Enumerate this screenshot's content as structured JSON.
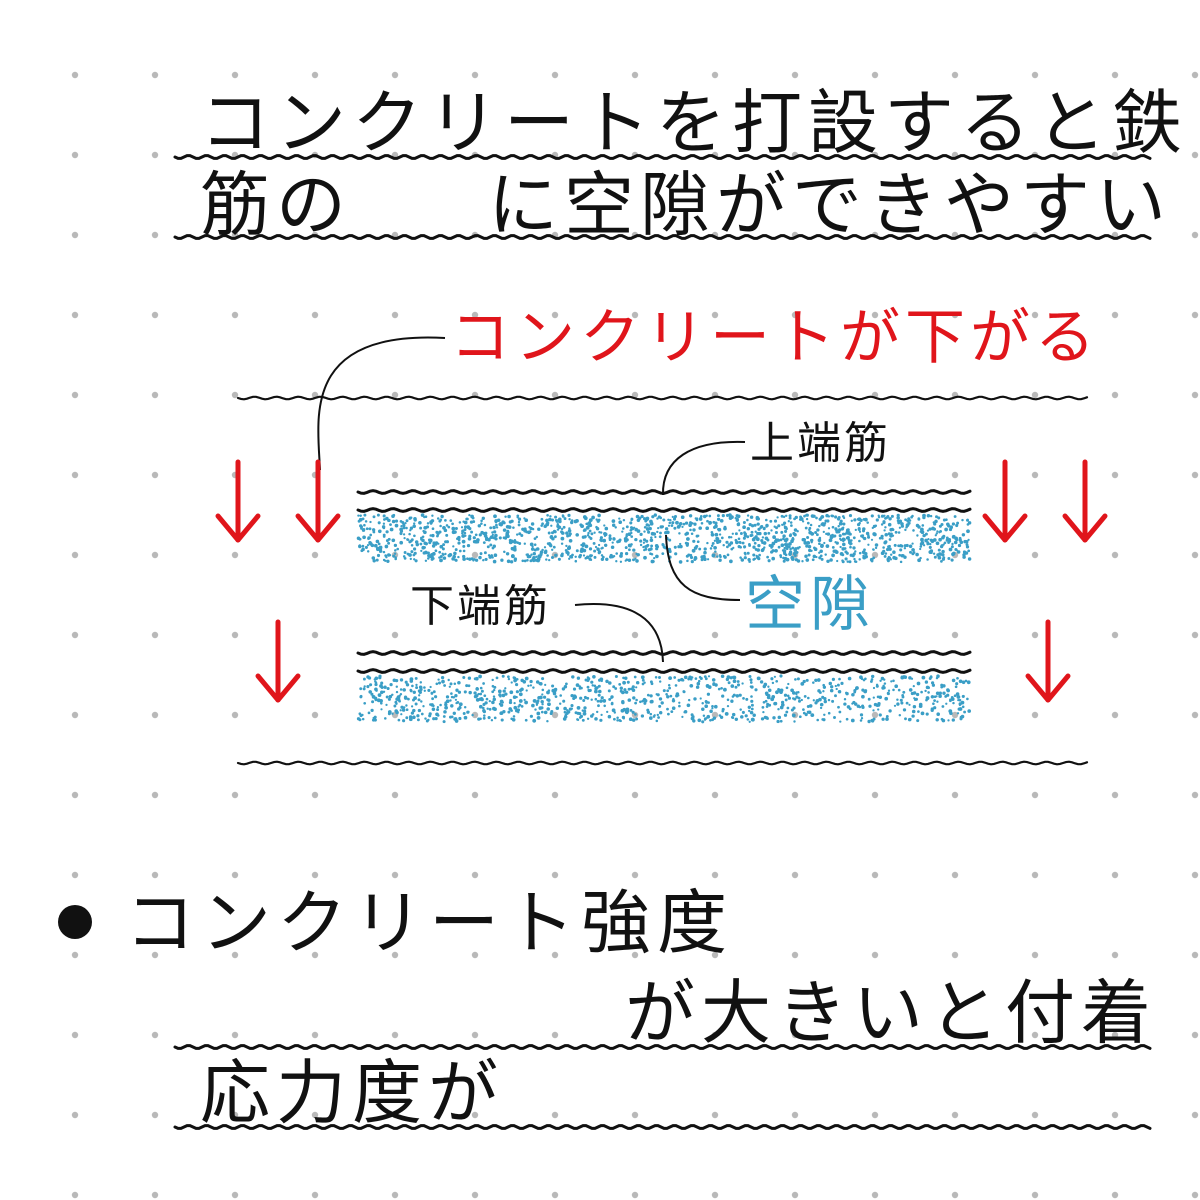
{
  "colors": {
    "ink": "#111111",
    "accent_red": "#e0151b",
    "accent_blue": "#3a9ec6",
    "dot_grid": "#b9b9b9"
  },
  "note": {
    "line1": "コンクリートを打設すると鉄",
    "line2_a": "筋の",
    "line2_b": "に空隙ができやすい",
    "line3": "コンクリート強度",
    "line4": "が大きいと付着",
    "line5": "応力度が"
  },
  "diagram": {
    "concrete_label": "コンクリートが下がる",
    "top_rebar_label": "上端筋",
    "bottom_rebar_label": "下端筋",
    "void_label": "空隙"
  }
}
